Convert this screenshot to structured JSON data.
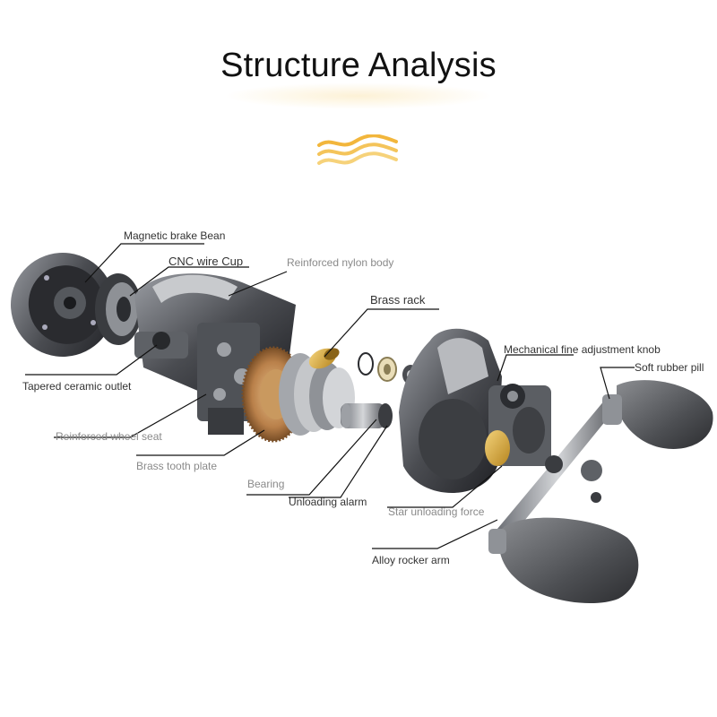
{
  "title": "Structure Analysis",
  "colors": {
    "accent": "#f2b63c",
    "metal_dark": "#2b2d31",
    "metal_mid": "#6c6f75",
    "metal_light": "#c7c9cc",
    "copper": "#b9804a",
    "gold": "#d9a93a"
  },
  "icons": [
    "wave-decoration-icon"
  ],
  "labels": {
    "magnetic_brake": "Magnetic brake Bean",
    "cnc_wire_cup": "CNC wire Cup",
    "nylon_body": "Reinforced nylon body",
    "brass_rack": "Brass rack",
    "tapered_outlet": "Tapered ceramic outlet",
    "fine_adjust_knob": "Mechanical fine adjustment knob",
    "soft_rubber": "Soft rubber pill",
    "wheel_seat": "Reinforced wheel seat",
    "brass_tooth": "Brass tooth plate",
    "bearing": "Bearing",
    "unloading_alarm": "Unloading alarm",
    "star_force": "Star unloading force",
    "rocker_arm": "Alloy rocker arm"
  }
}
